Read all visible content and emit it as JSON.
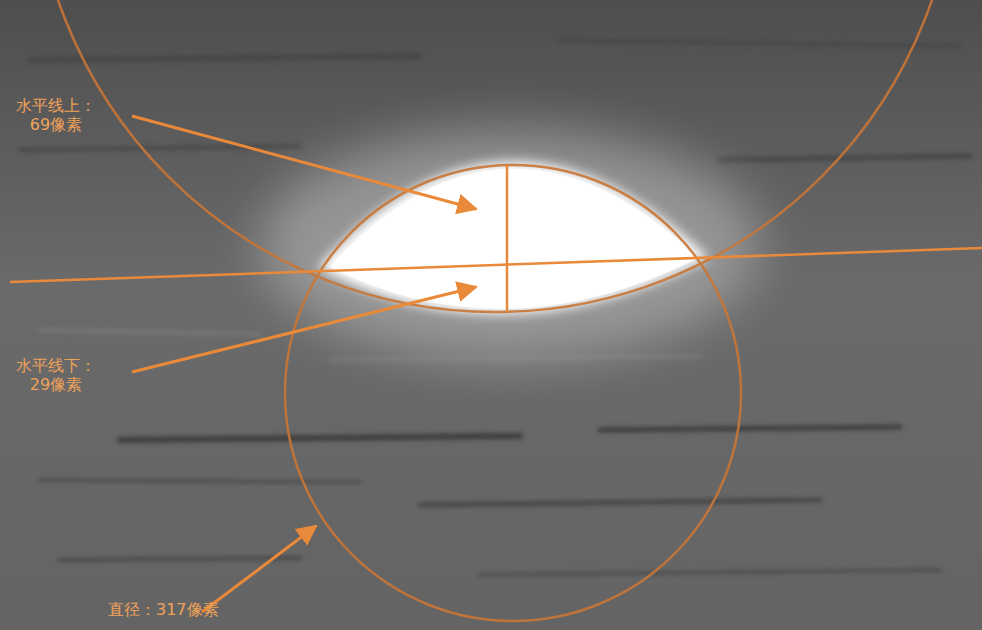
{
  "diagram": {
    "labels": [
      "水平线上： 69像素",
      "水平线下： 29像素",
      "直径：317像素"
    ]
  }
}
